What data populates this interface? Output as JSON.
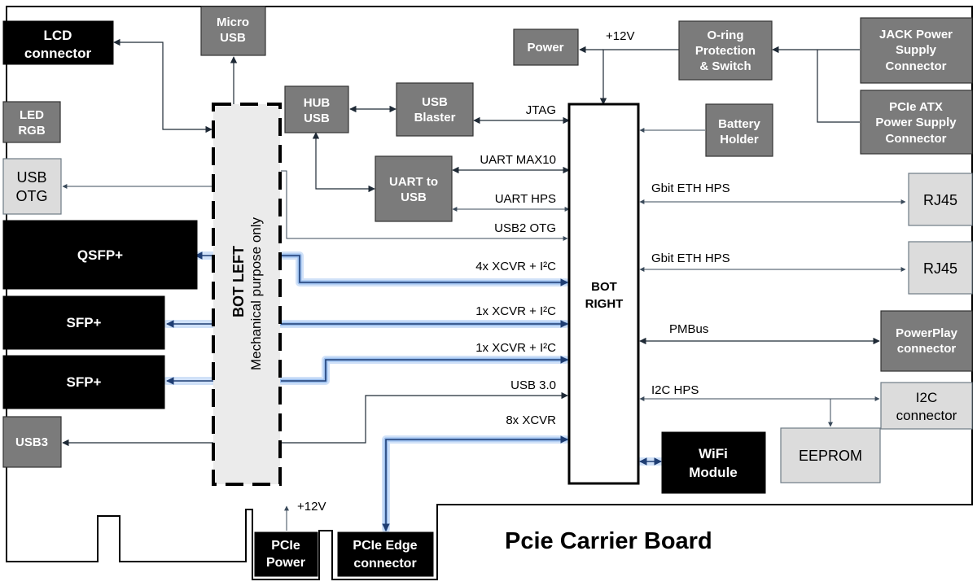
{
  "title": "Pcie Carrier Board",
  "blocks": {
    "lcd": [
      "LCD",
      "connector"
    ],
    "micro_usb": [
      "Micro",
      "USB"
    ],
    "led_rgb": [
      "LED",
      "RGB"
    ],
    "usb_otg": [
      "USB",
      "OTG"
    ],
    "qsfp": "QSFP+",
    "sfp1": "SFP+",
    "sfp2": "SFP+",
    "usb3": "USB3",
    "hub_usb": [
      "HUB",
      "USB"
    ],
    "usb_blaster": [
      "USB",
      "Blaster"
    ],
    "uart_usb": [
      "UART to",
      "USB"
    ],
    "power": "Power",
    "oring": [
      "O-ring",
      "Protection",
      "& Switch"
    ],
    "jack": [
      "JACK Power",
      "Supply",
      "Connector"
    ],
    "atx": [
      "PCIe ATX",
      "Power Supply",
      "Connector"
    ],
    "battery": [
      "Battery",
      "Holder"
    ],
    "rj45_1": "RJ45",
    "rj45_2": "RJ45",
    "powerplay": [
      "PowerPlay",
      "connector"
    ],
    "i2c_conn": [
      "I2C",
      "connector"
    ],
    "eeprom": "EEPROM",
    "wifi": [
      "WiFi",
      "Module"
    ],
    "pcie_power": [
      "PCIe",
      "Power"
    ],
    "pcie_edge": [
      "PCIe Edge",
      "connector"
    ],
    "bot_left": "BOT LEFT",
    "bot_left_sub": "Mechanical purpose only",
    "bot_right": [
      "BOT",
      "RIGHT"
    ]
  },
  "signals": {
    "v12_top": "+12V",
    "v12_bottom": "+12V",
    "jtag": "JTAG",
    "uart_max10": "UART MAX10",
    "uart_hps": "UART HPS",
    "usb2_otg": "USB2 OTG",
    "xcvr_qsfp": "4x XCVR + I²C",
    "xcvr_sfp1": "1x XCVR + I²C",
    "xcvr_sfp2": "1x XCVR + I²C",
    "usb30": "USB 3.0",
    "xcvr_edge": "8x XCVR",
    "eth1": "Gbit ETH HPS",
    "eth2": "Gbit ETH HPS",
    "pmbus": "PMBus",
    "i2c_hps": "I2C HPS"
  },
  "colors": {
    "dark_block": "#7b7b7b",
    "light_block": "#dcdcdc",
    "black_block": "#000000",
    "highlight": "#a9c8f2",
    "bus_line": "#1e3d73"
  }
}
